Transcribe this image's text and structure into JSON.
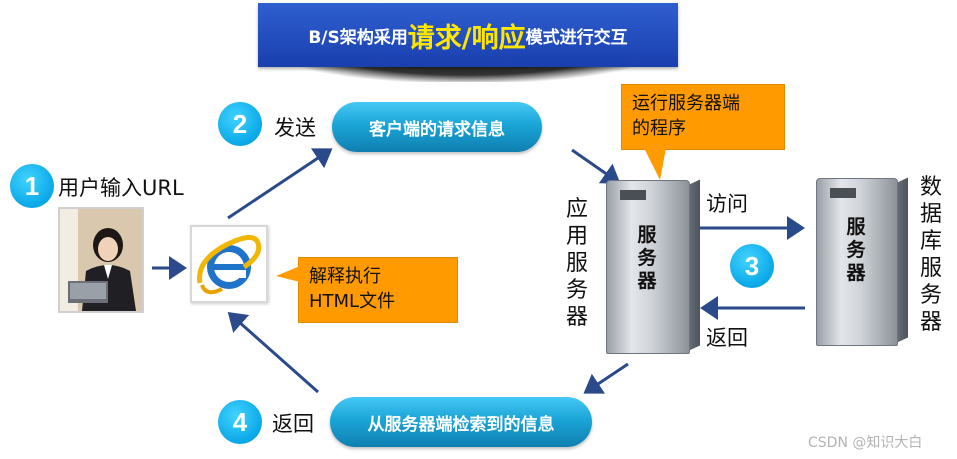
{
  "title": {
    "prefix": "B/S架构采用",
    "highlight": "请求/响应",
    "suffix": "模式进行交互"
  },
  "steps": [
    {
      "number": "1",
      "label": "用户输入URL"
    },
    {
      "number": "2",
      "label": "发送"
    },
    {
      "number": "3",
      "label": ""
    },
    {
      "number": "4",
      "label": "返回"
    }
  ],
  "pills": {
    "request": "客户端的请求信息",
    "response": "从服务器端检索到的信息"
  },
  "callouts": {
    "browser": [
      "解释执行",
      "HTML文件"
    ],
    "server": [
      "运行服务器端",
      "的程序"
    ]
  },
  "servers": {
    "app_label": [
      "应",
      "用",
      "服",
      "务",
      "器"
    ],
    "db_label": [
      "数",
      "据",
      "库",
      "服",
      "务",
      "器"
    ],
    "box_text": [
      "服",
      "务",
      "器"
    ]
  },
  "links": {
    "visit": "访问",
    "return": "返回"
  },
  "icons": {
    "browser": "internet-explorer-icon",
    "user": "user-photo"
  },
  "colors": {
    "banner": "#1f4fc4",
    "highlight": "#ffe600",
    "step_circle": "#0aa8e8",
    "pill": "#1aa5d8",
    "callout": "#ff9a00",
    "arrow": "#2b4a8b"
  },
  "watermark": "CSDN @知识大白"
}
